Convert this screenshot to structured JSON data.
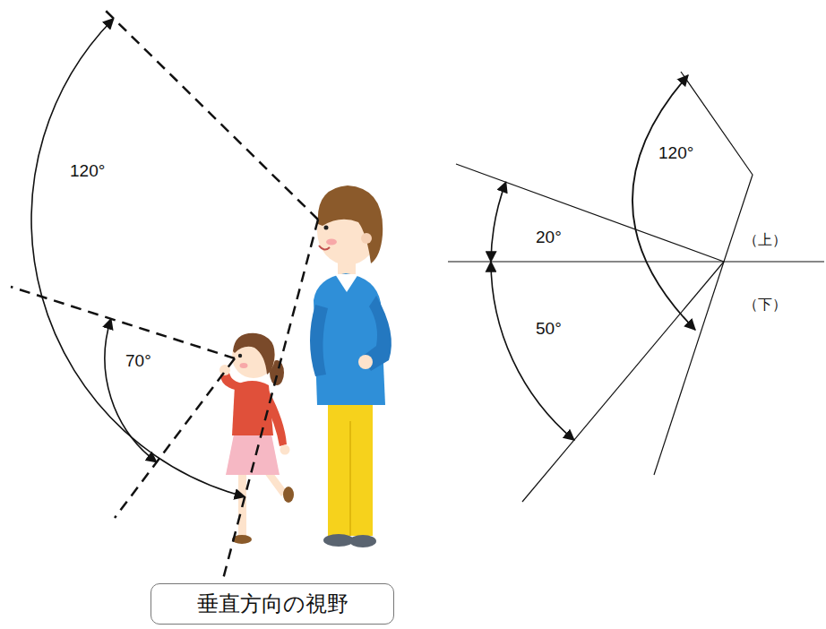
{
  "diagram": {
    "nodes": [
      {
        "text": [
          "垂直方向の視野"
        ]
      }
    ],
    "labels": [
      "120°",
      "70°",
      "120°",
      "20°",
      "50°",
      "（上）",
      "（下）"
    ]
  }
}
